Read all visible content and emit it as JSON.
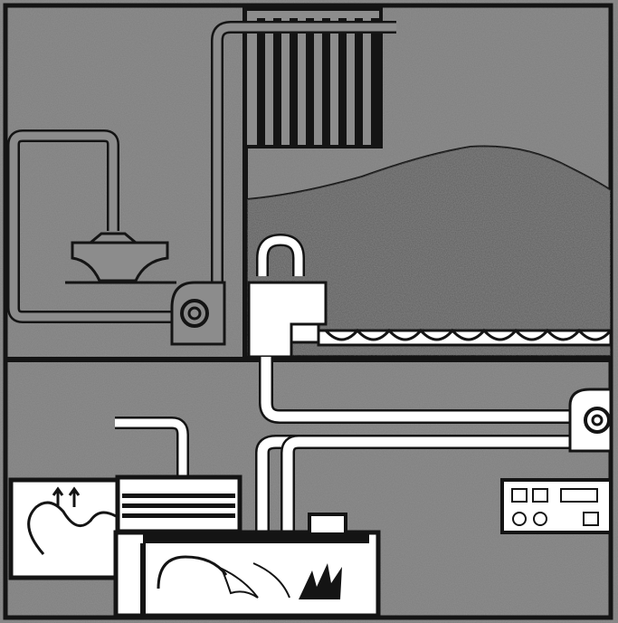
{
  "diagram": {
    "style": "monochrome technical illustration",
    "colors": {
      "background": "#7f7f7f",
      "background_light": "#8c8c8c",
      "line": "#141414",
      "pipe": "#ffffff",
      "wood_chip_pile": "#5f5f5f"
    },
    "components": [
      {
        "id": "cyclone-separator"
      },
      {
        "id": "blower-fan-upper"
      },
      {
        "id": "chimney-stack"
      },
      {
        "id": "heat-exchanger-fins"
      },
      {
        "id": "wood-chip-pile"
      },
      {
        "id": "feed-hopper"
      },
      {
        "id": "auger-conveyor"
      },
      {
        "id": "blower-fan-lower"
      },
      {
        "id": "air-heating-unit"
      },
      {
        "id": "boiler-tubes"
      },
      {
        "id": "combustion-chamber"
      },
      {
        "id": "flame"
      },
      {
        "id": "control-panel"
      }
    ]
  }
}
